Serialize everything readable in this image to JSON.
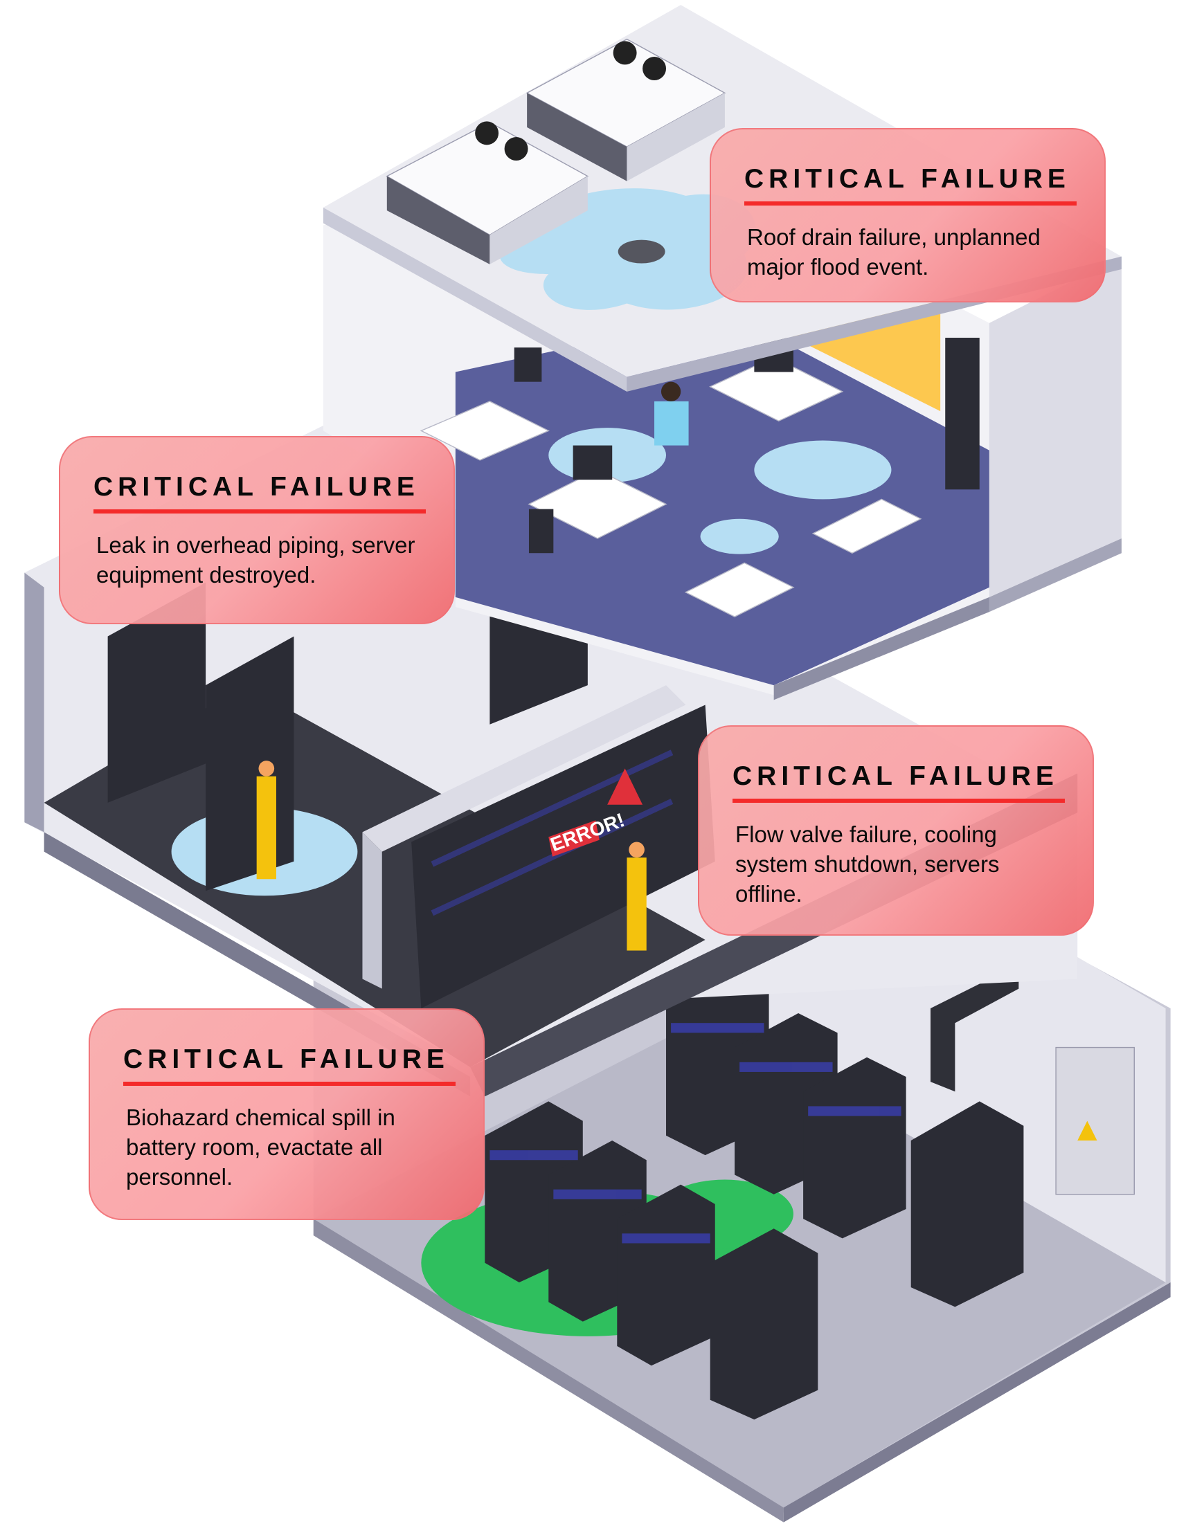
{
  "callouts": [
    {
      "title": "CRITICAL FAILURE",
      "text": "Roof drain failure, unplanned major flood event."
    },
    {
      "title": "CRITICAL FAILURE",
      "text": "Leak in overhead piping, server equipment destroyed."
    },
    {
      "title": "CRITICAL FAILURE",
      "text": "Flow valve failure, cooling system shutdown, servers offline."
    },
    {
      "title": "CRITICAL FAILURE",
      "text": "Biohazard chemical spill in battery room, evactate all personnel."
    }
  ],
  "scene": {
    "error_sign": "ERROR!"
  },
  "colors": {
    "accent_red": "#f42a2a",
    "flood_blue": "#b6def3",
    "spill_green": "#2fbf5e",
    "office_floor": "#5a5f9c",
    "rack_dark": "#2b2c35"
  }
}
